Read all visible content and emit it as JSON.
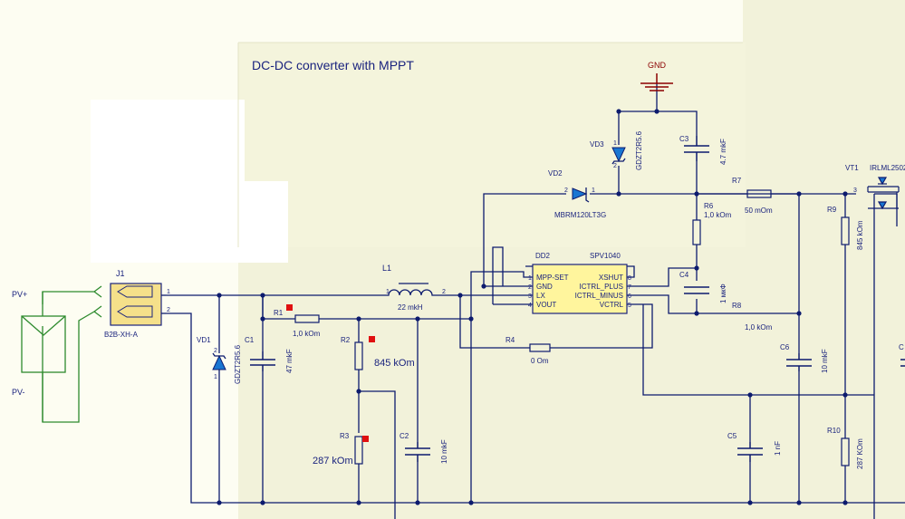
{
  "title": "DC-DC converter with MPPT",
  "colors": {
    "wire": "#0d1b6e",
    "text": "#1a237e",
    "ground": "#8b0000",
    "green": "#2e8b2e",
    "chip_fill": "#fff59d",
    "chip_border": "#1a237e",
    "connector_fill": "#f5e08a",
    "marker": "#e01010",
    "diode_fill": "#1976d2",
    "sheet_light": "#fdfdf2",
    "sheet_dark": "#f2f2da"
  },
  "labels": {
    "gnd": "GND",
    "pv_plus": "PV+",
    "pv_minus": "PV-",
    "j1_ref": "J1",
    "j1_val": "B2B-XH-A",
    "l1_ref": "L1",
    "l1_val": "22 mkH",
    "vd1_ref": "VD1",
    "vd1_val": "GDZT2R5.6",
    "vd2_ref": "VD2",
    "vd2_val": "MBRM120LT3G",
    "vd3_ref": "VD3",
    "vd3_val": "GDZT2R5.6",
    "c1_ref": "C1",
    "c1_val": "47 mkF",
    "c2_ref": "C2",
    "c2_val": "10 mkF",
    "c3_ref": "C3",
    "c3_val": "4.7 mkF",
    "c4_ref": "C4",
    "c4_val": "1 мкФ",
    "c5_ref": "C5",
    "c5_val": "1 nF",
    "c6_ref": "C6",
    "c6_val": "10 mkF",
    "c7_ref": "C",
    "r1_ref": "R1",
    "r1_val": "1,0 kOm",
    "r2_ref": "R2",
    "r2_val": "845 kOm",
    "r3_ref": "R3",
    "r3_val": "287 kOm",
    "r4_ref": "R4",
    "r4_val": "0 Om",
    "r6_ref": "R6",
    "r6_val": "1,0 kOm",
    "r7_ref": "R7",
    "r7_val": "50 mOm",
    "r8_ref": "R8",
    "r8_val": "1,0 kOm",
    "r9_ref": "R9",
    "r9_val": "845 kOm",
    "r10_ref": "R10",
    "r10_val": "287 KOm",
    "vt1_ref": "VT1",
    "vt1_val": "IRLML2502",
    "dd2_ref": "DD2",
    "dd2_val": "SPV1040",
    "pin1": "1",
    "pin2": "2",
    "pin3": "3"
  },
  "chip": {
    "pins_left": [
      "MPP-SET",
      "GND",
      "LX",
      "VOUT"
    ],
    "pins_right": [
      "XSHUT",
      "ICTRL_PLUS",
      "ICTRL_MINUS",
      "VCTRL"
    ],
    "pin_nums_left": [
      "1",
      "2",
      "3",
      "4"
    ],
    "pin_nums_right": [
      "8",
      "7",
      "6",
      "5"
    ]
  }
}
